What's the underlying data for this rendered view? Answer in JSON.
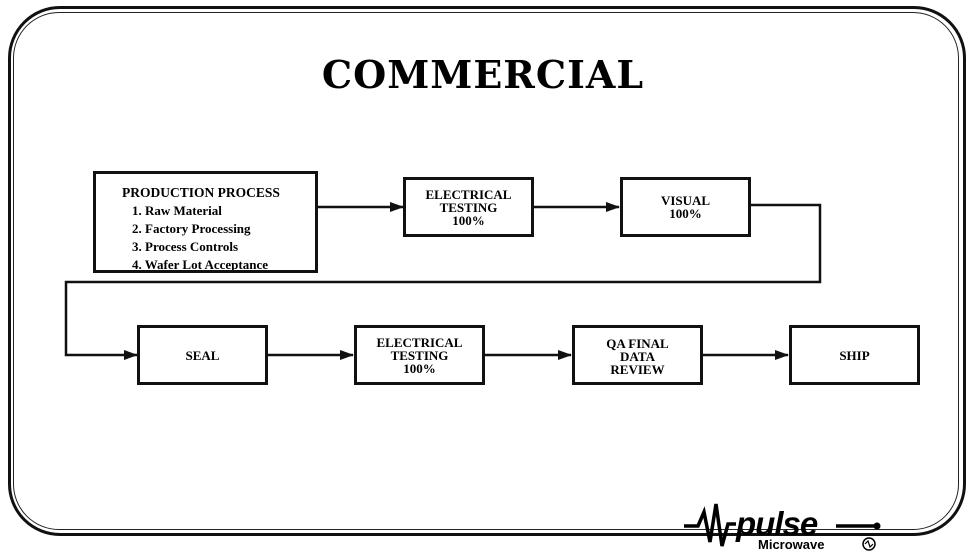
{
  "title": "COMMERCIAL",
  "production": {
    "header": "PRODUCTION PROCESS",
    "items": [
      "1. Raw Material",
      "2. Factory Processing",
      "3. Process Controls",
      "4. Wafer Lot Acceptance"
    ]
  },
  "boxes": {
    "electrical_testing_1": [
      "ELECTRICAL",
      "TESTING",
      "100%"
    ],
    "visual": [
      "VISUAL",
      "100%"
    ],
    "seal": [
      "SEAL"
    ],
    "electrical_testing_2": [
      "ELECTRICAL",
      "TESTING",
      "100%"
    ],
    "qa_final": [
      "QA FINAL",
      "DATA",
      "REVIEW"
    ],
    "ship": [
      "SHIP"
    ]
  },
  "logo": {
    "name": "pulse",
    "subtitle": "Microwave"
  }
}
